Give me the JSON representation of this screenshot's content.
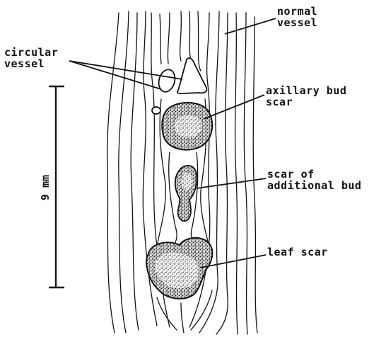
{
  "labels": {
    "normal_vessel": [
      "normal",
      "vessel"
    ],
    "circular_vessel": [
      "circular",
      "vessel"
    ],
    "axillary_bud_scar": [
      "axillary bud",
      "scar"
    ],
    "scar_of_additional_bud": [
      "scar of",
      "additional bud"
    ],
    "leaf_scar": "leaf scar"
  },
  "scale_bar": {
    "label": "9 mm"
  },
  "colors": {
    "ink": "#111111",
    "stipple": "#1a1a1a",
    "background": "#ffffff"
  }
}
